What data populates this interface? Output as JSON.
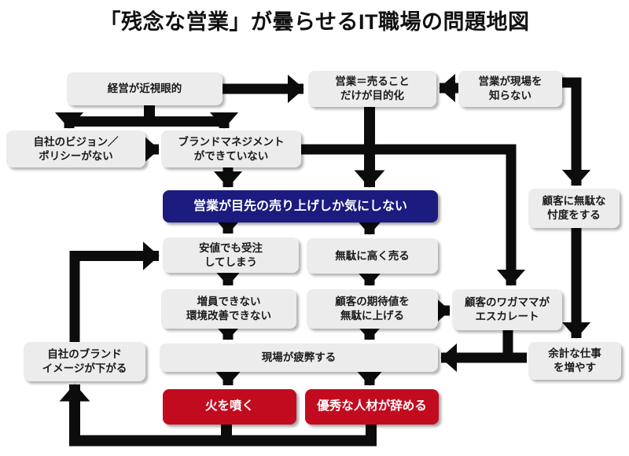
{
  "title": "「残念な営業」が曇らせるIT職場の問題地図",
  "colors": {
    "node_bg": "#ececec",
    "node_text": "#1a1a1a",
    "highlight_bg": "#1b1b80",
    "danger_bg": "#c30b20",
    "light_text": "#ffffff",
    "arrow": "#0c0c0c",
    "page_bg": "#ffffff"
  },
  "nodes": [
    {
      "id": "management-myopic",
      "label": "経営が近視眼的",
      "type": "normal"
    },
    {
      "id": "sales-equals-selling",
      "label": "営業＝売ること\nだけが目的化",
      "type": "normal"
    },
    {
      "id": "sales-ignorant-of-field",
      "label": "営業が現場を\n知らない",
      "type": "normal"
    },
    {
      "id": "no-vision-policy",
      "label": "自社のビジョン／\nポリシーがない",
      "type": "normal"
    },
    {
      "id": "no-brand-management",
      "label": "ブランドマネジメント\nができていない",
      "type": "normal"
    },
    {
      "id": "sales-shortterm-focus",
      "label": "営業が目先の売り上げしか気にしない",
      "type": "highlight"
    },
    {
      "id": "needless-deference-to-customer",
      "label": "顧客に無駄な\n忖度をする",
      "type": "normal"
    },
    {
      "id": "accept-lowball-orders",
      "label": "安値でも受注\nしてしまう",
      "type": "normal"
    },
    {
      "id": "sell-needlessly-high",
      "label": "無駄に高く売る",
      "type": "normal"
    },
    {
      "id": "cannot-staff-or-improve",
      "label": "増員できない\n環境改善できない",
      "type": "normal"
    },
    {
      "id": "raise-customer-expectations",
      "label": "顧客の期待値を\n無駄に上げる",
      "type": "normal"
    },
    {
      "id": "customer-demands-escalate",
      "label": "顧客のワガママが\nエスカレート",
      "type": "normal"
    },
    {
      "id": "brand-image-declines",
      "label": "自社のブランド\nイメージが下がる",
      "type": "normal"
    },
    {
      "id": "field-exhausted",
      "label": "現場が疲弊する",
      "type": "normal"
    },
    {
      "id": "extra-work-increases",
      "label": "余計な仕事\nを増やす",
      "type": "normal"
    },
    {
      "id": "catch-fire",
      "label": "火を噴く",
      "type": "danger"
    },
    {
      "id": "talent-quits",
      "label": "優秀な人材が辞める",
      "type": "danger"
    }
  ]
}
